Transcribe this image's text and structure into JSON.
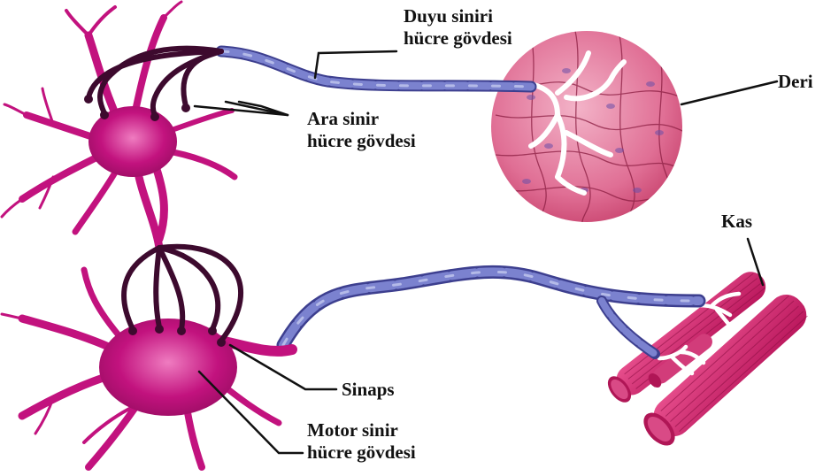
{
  "labels": {
    "sensory": {
      "line1": "Duyu siniri",
      "line2": "hücre gövdesi"
    },
    "inter": {
      "line1": "Ara sinir",
      "line2": "hücre gövdesi"
    },
    "skin": "Deri",
    "muscle": "Kas",
    "synapse": "Sinaps",
    "motor": {
      "line1": "Motor sinir",
      "line2": "hücre gövdesi"
    }
  },
  "colors": {
    "neuron": "#c2127e",
    "neuron_light": "#e24aa6",
    "dendrite_dark": "#3d0a2e",
    "myelin": "#5a5fb8",
    "myelin_light": "#aab2e0",
    "skin": "#d9537e",
    "skin_light": "#f1a5bf",
    "muscle": "#d61f6a",
    "leader": "#111111"
  }
}
